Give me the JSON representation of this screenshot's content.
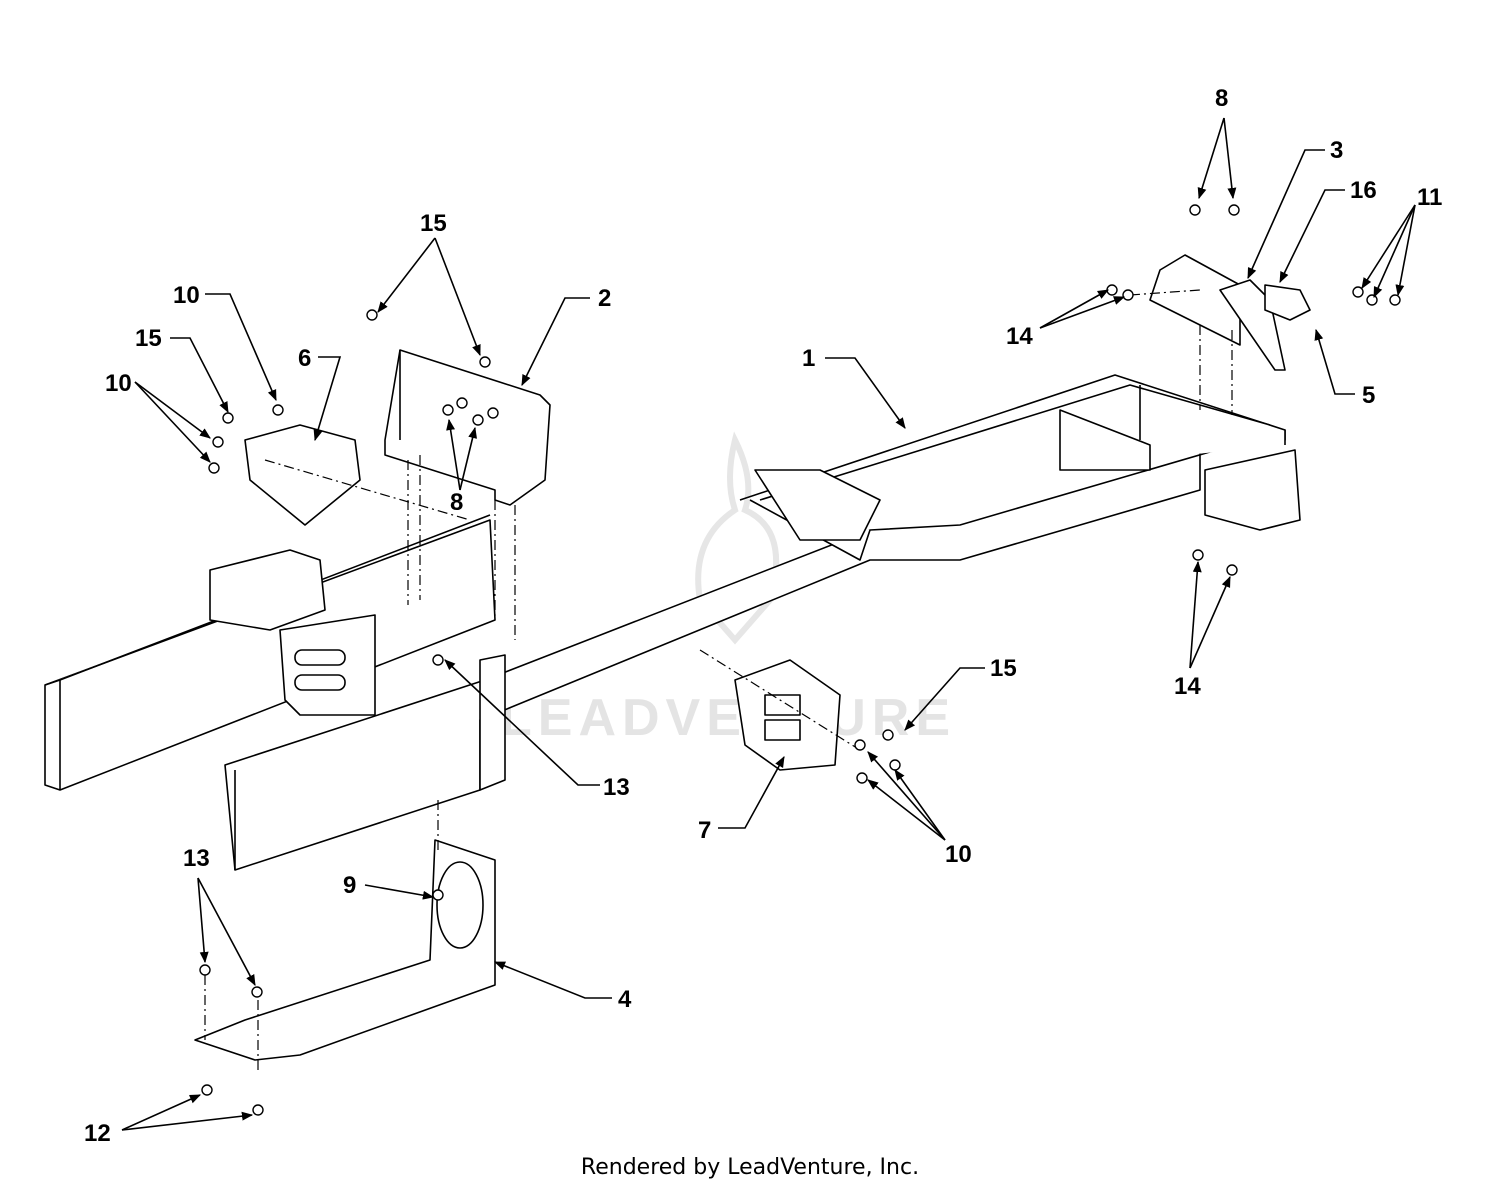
{
  "diagram": {
    "watermark": "LEADVENTURE",
    "footer": "Rendered by LeadVenture, Inc.",
    "callouts": [
      "1",
      "2",
      "3",
      "4",
      "5",
      "6",
      "7",
      "8",
      "8",
      "9",
      "10",
      "10",
      "10",
      "11",
      "12",
      "13",
      "13",
      "14",
      "14",
      "15",
      "15",
      "15",
      "16"
    ]
  }
}
